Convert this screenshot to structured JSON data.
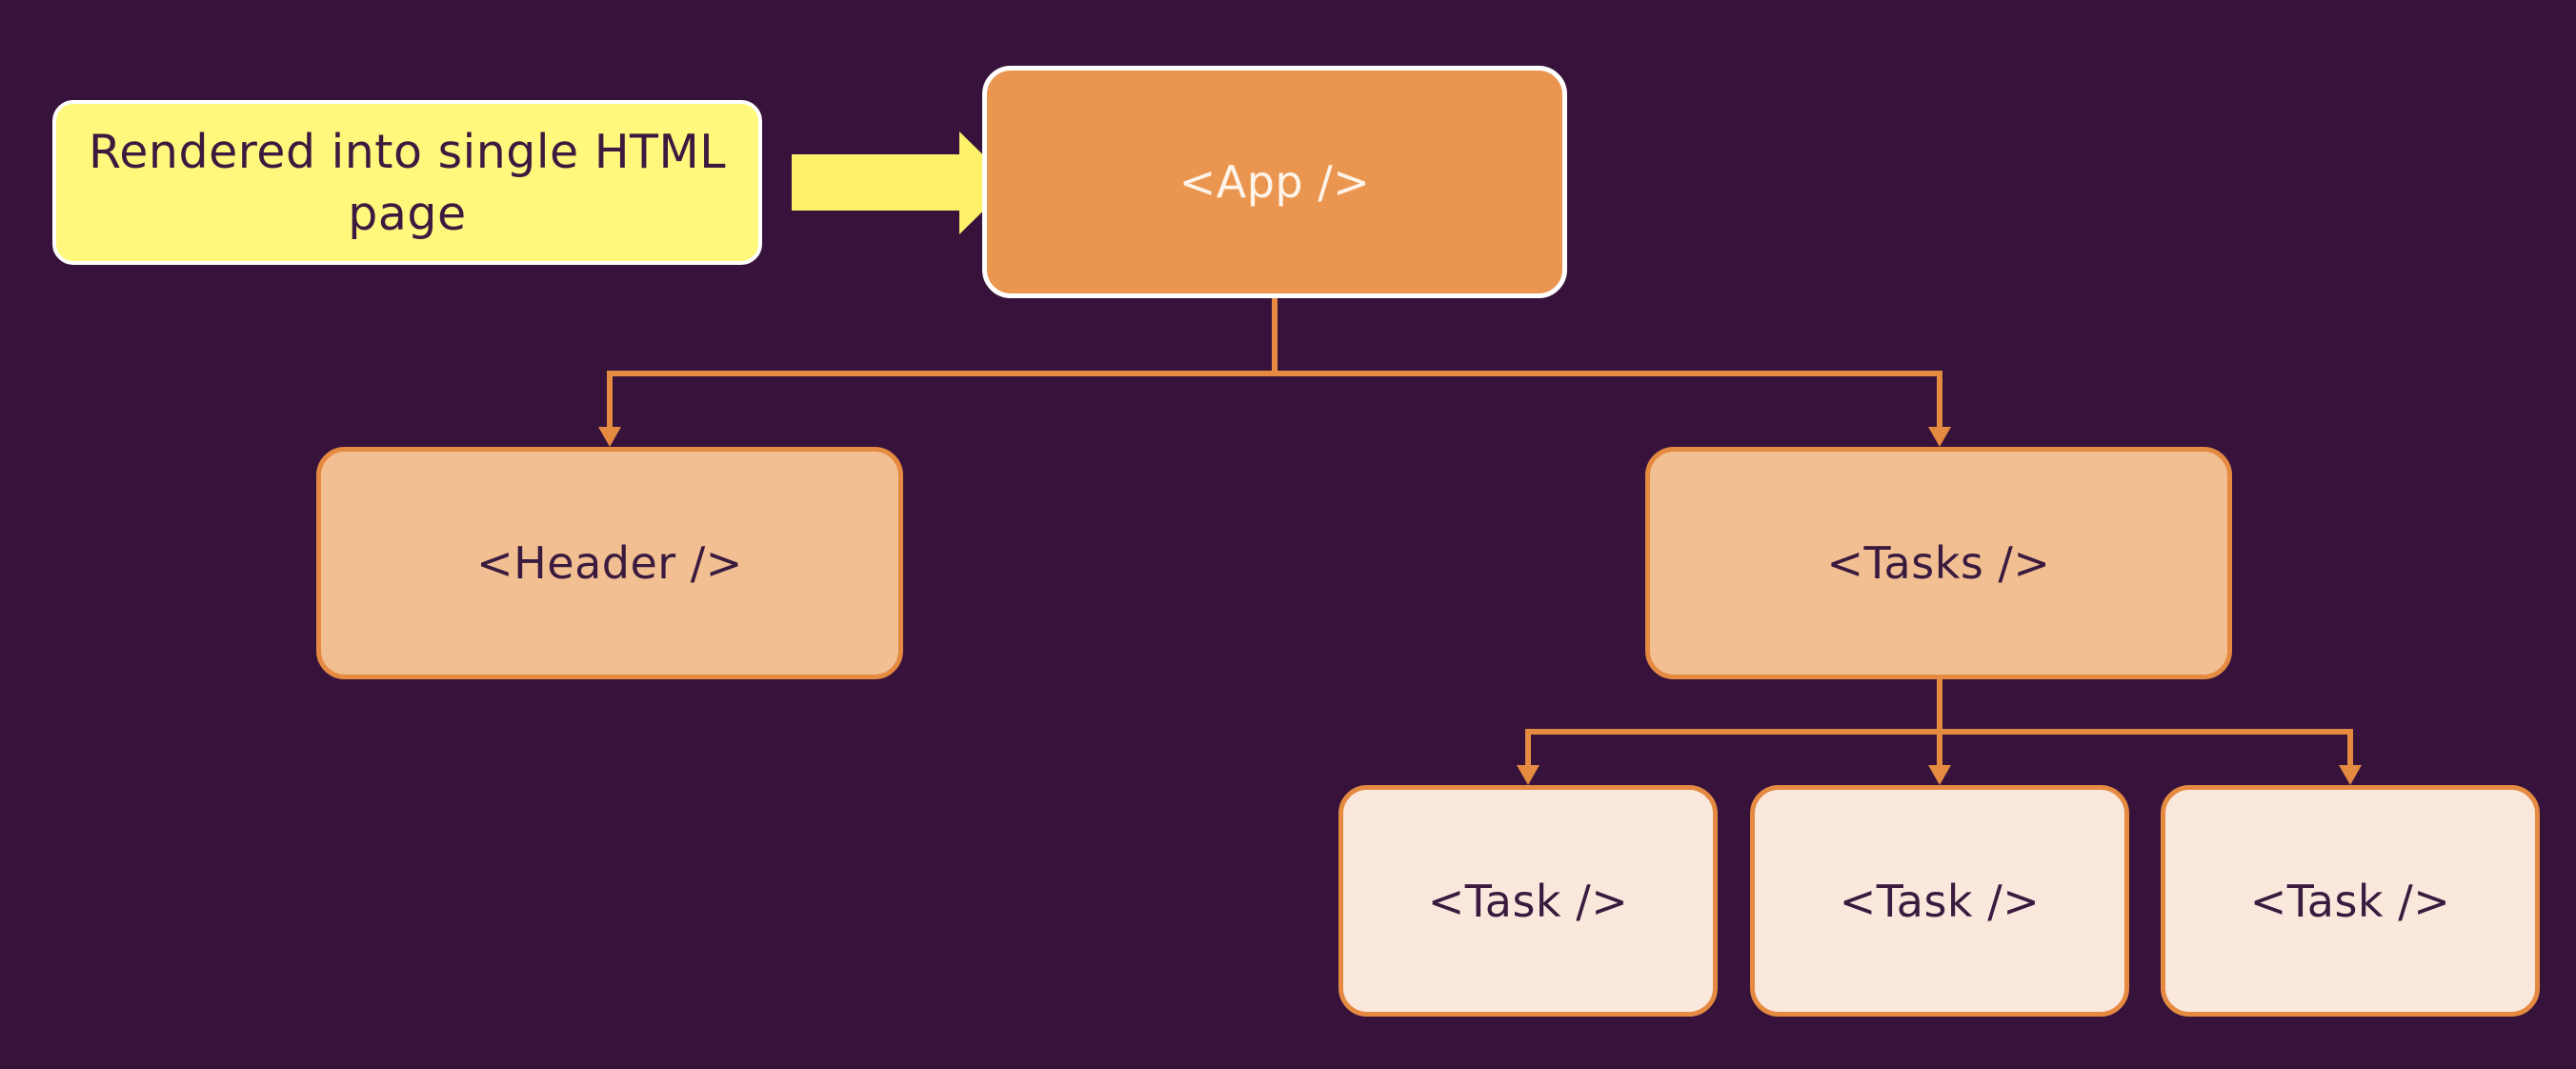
{
  "diagram": {
    "note": {
      "text": "Rendered into single HTML page"
    },
    "nodes": {
      "app": "<App />",
      "header": "<Header />",
      "tasks": "<Tasks />",
      "task_items": [
        "<Task />",
        "<Task />",
        "<Task />"
      ]
    },
    "edges": [
      {
        "from": "note",
        "to": "app",
        "style": "yellow-block-arrow"
      },
      {
        "from": "app",
        "to": "header"
      },
      {
        "from": "app",
        "to": "tasks"
      },
      {
        "from": "tasks",
        "to": "task_items.0"
      },
      {
        "from": "tasks",
        "to": "task_items.1"
      },
      {
        "from": "tasks",
        "to": "task_items.2"
      }
    ]
  },
  "colors": {
    "background": "#37133c",
    "app_fill": "#ea9650",
    "app_text": "#fff4ea",
    "child_fill": "#f1bf92",
    "leaf_fill": "#fbe8dd",
    "connector": "#e58a41",
    "note_fill": "#fef97d",
    "note_arrow": "#fdf16a",
    "dark_text": "#3a1a3e"
  }
}
